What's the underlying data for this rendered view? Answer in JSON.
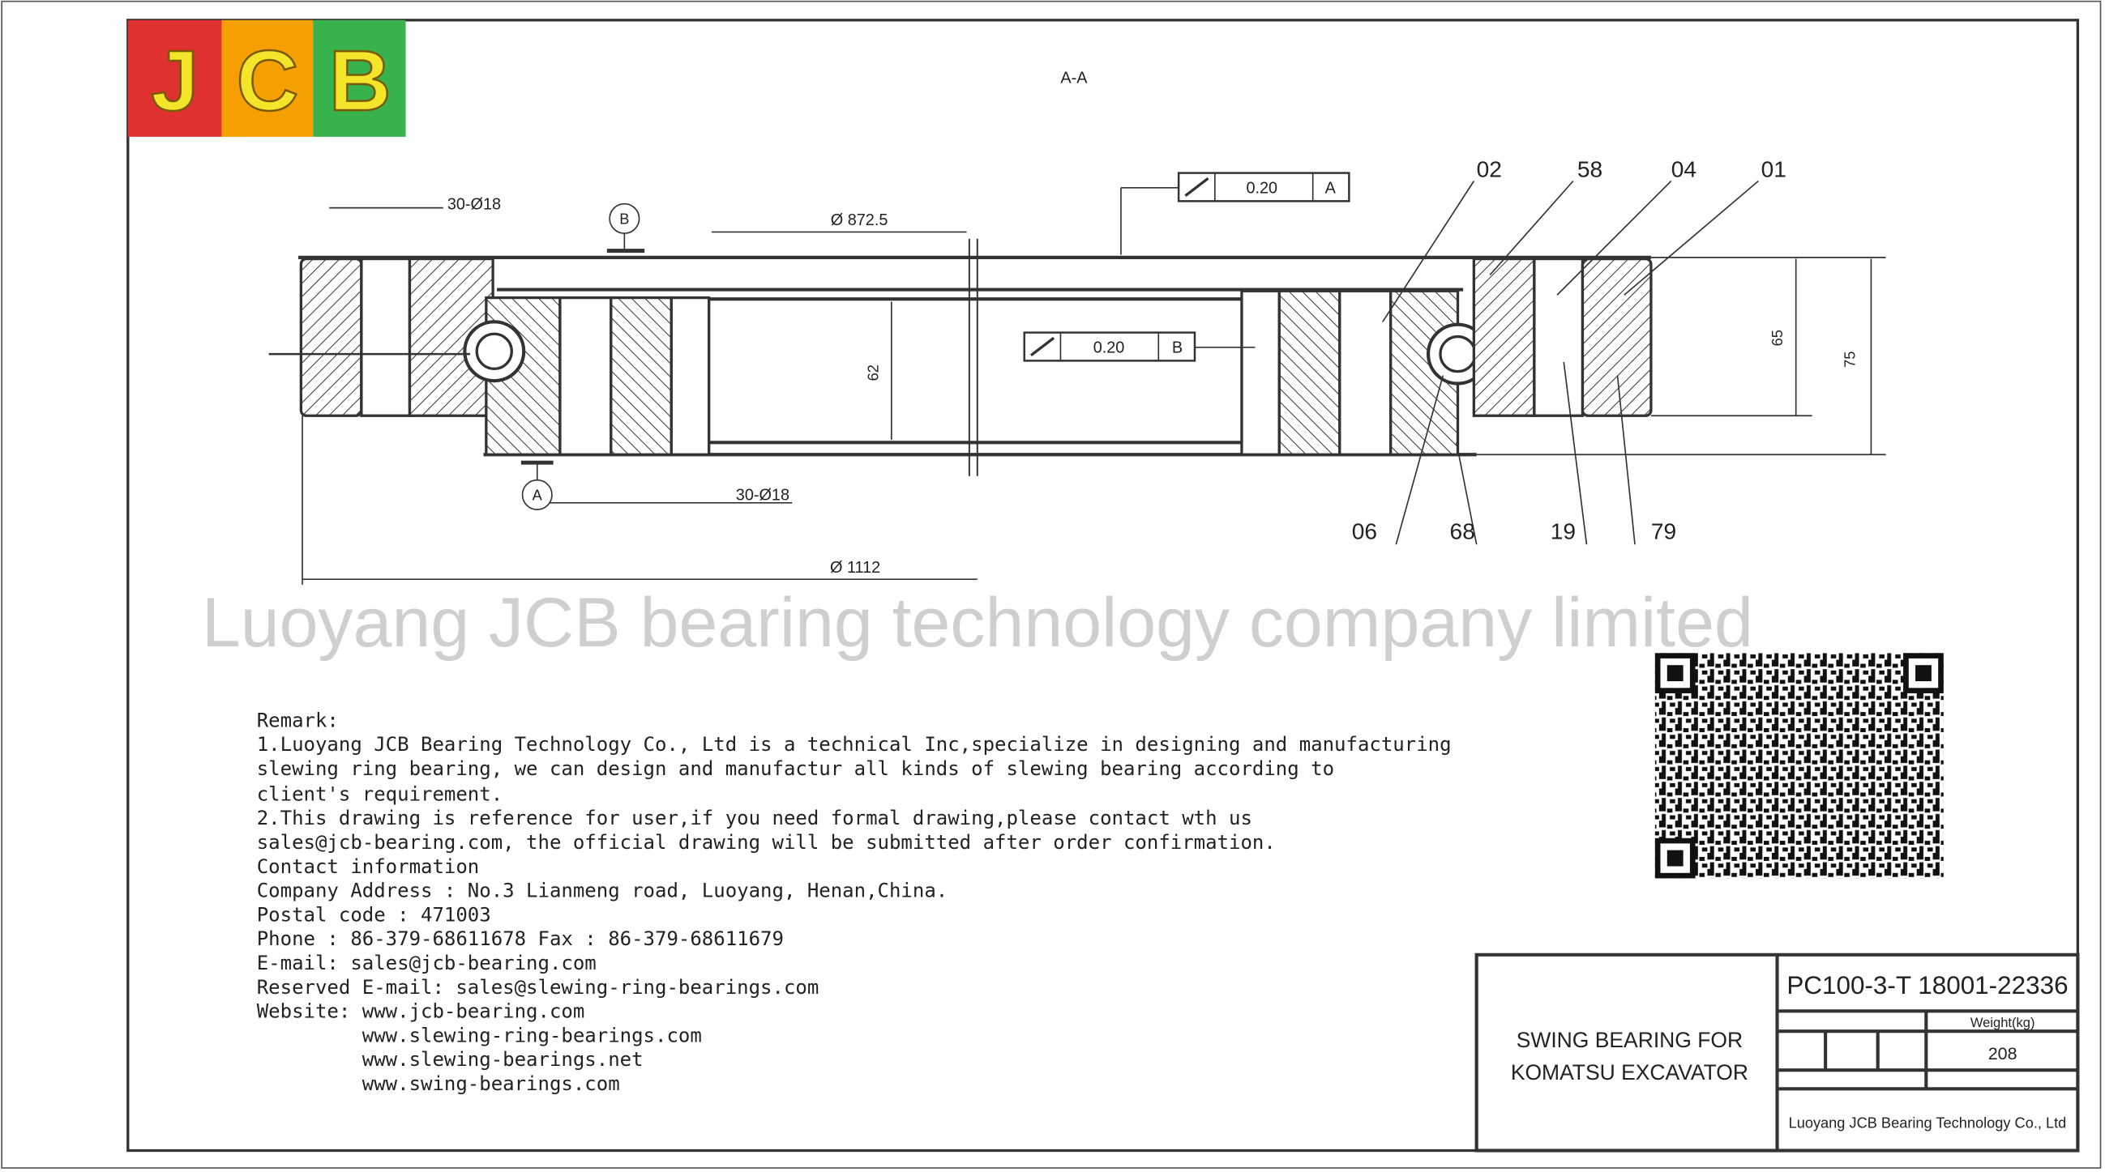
{
  "logo": {
    "text": "JCB",
    "colors": [
      "#e03131",
      "#f59f00",
      "#37b24d"
    ],
    "letter_color": "#f5e52a"
  },
  "drawing": {
    "section_label": "A-A",
    "dims": {
      "holes_outer": "30-Ø18",
      "holes_inner": "30-Ø18",
      "inner_diameter": "Ø 872.5",
      "outer_diameter": "Ø 1112",
      "height_inner": "62",
      "height_65": "65",
      "height_75": "75"
    },
    "datums": {
      "a": "A",
      "b": "B"
    },
    "tolerances": [
      {
        "value": "0.20",
        "datum": "A"
      },
      {
        "value": "0.20",
        "datum": "B"
      }
    ],
    "part_numbers": [
      "02",
      "58",
      "04",
      "01",
      "06",
      "68",
      "19",
      "79"
    ]
  },
  "watermark": "Luoyang JCB bearing technology company limited",
  "remarks": [
    "Remark:",
    "1.Luoyang JCB Bearing Technology Co., Ltd is a technical Inc,specialize in designing and manufacturing",
    "slewing ring bearing, we can design and manufactur all kinds of slewing bearing according to",
    "client's requirement.",
    "2.This drawing is reference for user,if you need formal drawing,please contact wth us",
    "sales@jcb-bearing.com, the official drawing will be submitted after order confirmation.",
    "Contact information",
    "Company Address : No.3 Lianmeng road, Luoyang, Henan,China.",
    "Postal code : 471003",
    "Phone : 86-379-68611678 Fax : 86-379-68611679",
    "E-mail: sales@jcb-bearing.com",
    "Reserved E-mail: sales@slewing-ring-bearings.com",
    "Website: www.jcb-bearing.com",
    "         www.slewing-ring-bearings.com",
    "         www.slewing-bearings.net",
    "         www.swing-bearings.com"
  ],
  "title_block": {
    "description_line1": "SWING BEARING FOR",
    "description_line2": "KOMATSU EXCAVATOR",
    "part_number": "PC100-3-T 18001-22336",
    "weight_label": "Weight(kg)",
    "weight_value": "208",
    "company": "Luoyang JCB Bearing Technology Co., Ltd"
  }
}
